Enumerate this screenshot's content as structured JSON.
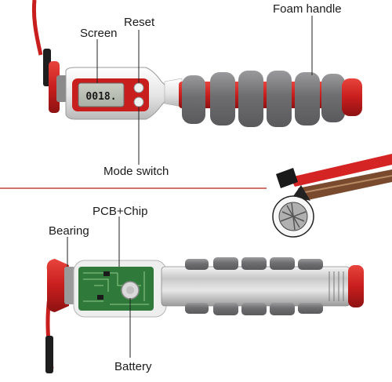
{
  "labels": {
    "screen": "Screen",
    "reset": "Reset",
    "foam_handle": "Foam handle",
    "mode_switch": "Mode switch",
    "pcb_chip": "PCB+Chip",
    "bearing": "Bearing",
    "battery": "Battery"
  },
  "display": {
    "counter_readout": "0018."
  },
  "colors": {
    "accent_red": "#d42424",
    "foam_grey": "#7a7a7c",
    "divider_red": "#c4453a",
    "pcb_green": "#2f7a3a"
  }
}
